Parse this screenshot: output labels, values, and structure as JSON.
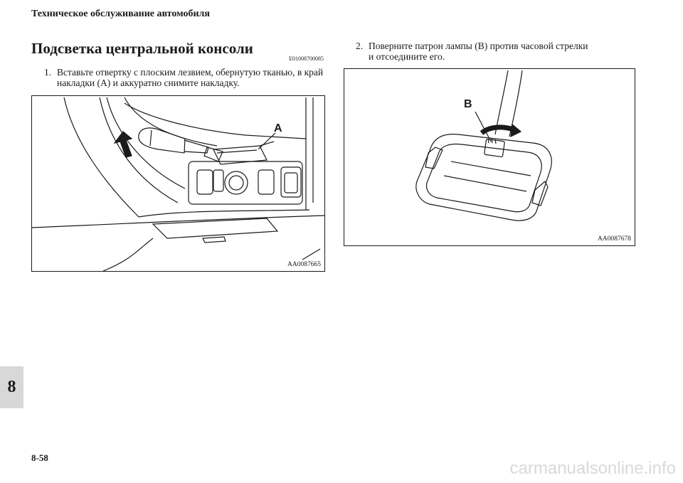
{
  "header": {
    "running_title": "Техническое обслуживание автомобиля"
  },
  "section": {
    "title": "Подсветка центральной консоли",
    "code": "E01008700085"
  },
  "steps": [
    {
      "number": "1.",
      "text_line1": "Вставьте отвертку с плоским лезвием, обернутую тканью, в край",
      "text_line2": "накладки (A) и аккуратно снимите накладку."
    },
    {
      "number": "2.",
      "text_line1": "Поверните патрон лампы (B) против часовой стрелки",
      "text_line2": "и отсоедините его."
    }
  ],
  "figures": [
    {
      "label": "A",
      "code": "AA0087665"
    },
    {
      "label": "B",
      "code": "AA0087678"
    }
  ],
  "chapter_tab": "8",
  "page_number": "8-58",
  "watermark": "carmanualsonline.info"
}
